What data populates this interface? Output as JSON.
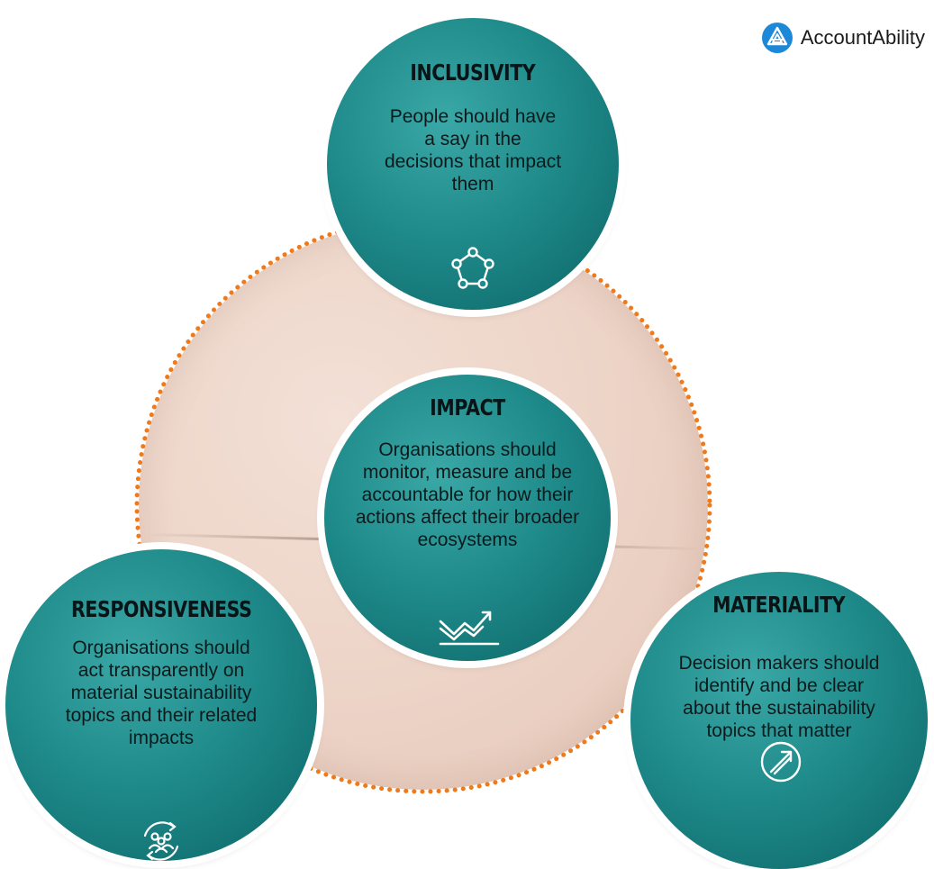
{
  "brand": {
    "name": "AccountAbility",
    "logo_color": "#1e88d8"
  },
  "colors": {
    "pillar_teal": "#1f8b8b",
    "disc_peach": "#ecd3c6",
    "dotted_ring": "#f07a1a"
  },
  "pillars": [
    {
      "title": "INCLUSIVITY",
      "text": "People should have a say in the decisions that impact them",
      "icon": "pentagon-network-icon"
    },
    {
      "title": "IMPACT",
      "text": "Organisations should monitor, measure and be accountable for how their actions affect their broader ecosystems",
      "icon": "trend-up-chart-icon"
    },
    {
      "title": "RESPONSIVENESS",
      "text": "Organisations should act transparently on material sustainability topics and their related impacts",
      "icon": "people-cycle-icon"
    },
    {
      "title": "MATERIALITY",
      "text": "Decision makers should identify and be clear about the sustainability topics that matter",
      "icon": "compass-arrow-icon"
    }
  ]
}
